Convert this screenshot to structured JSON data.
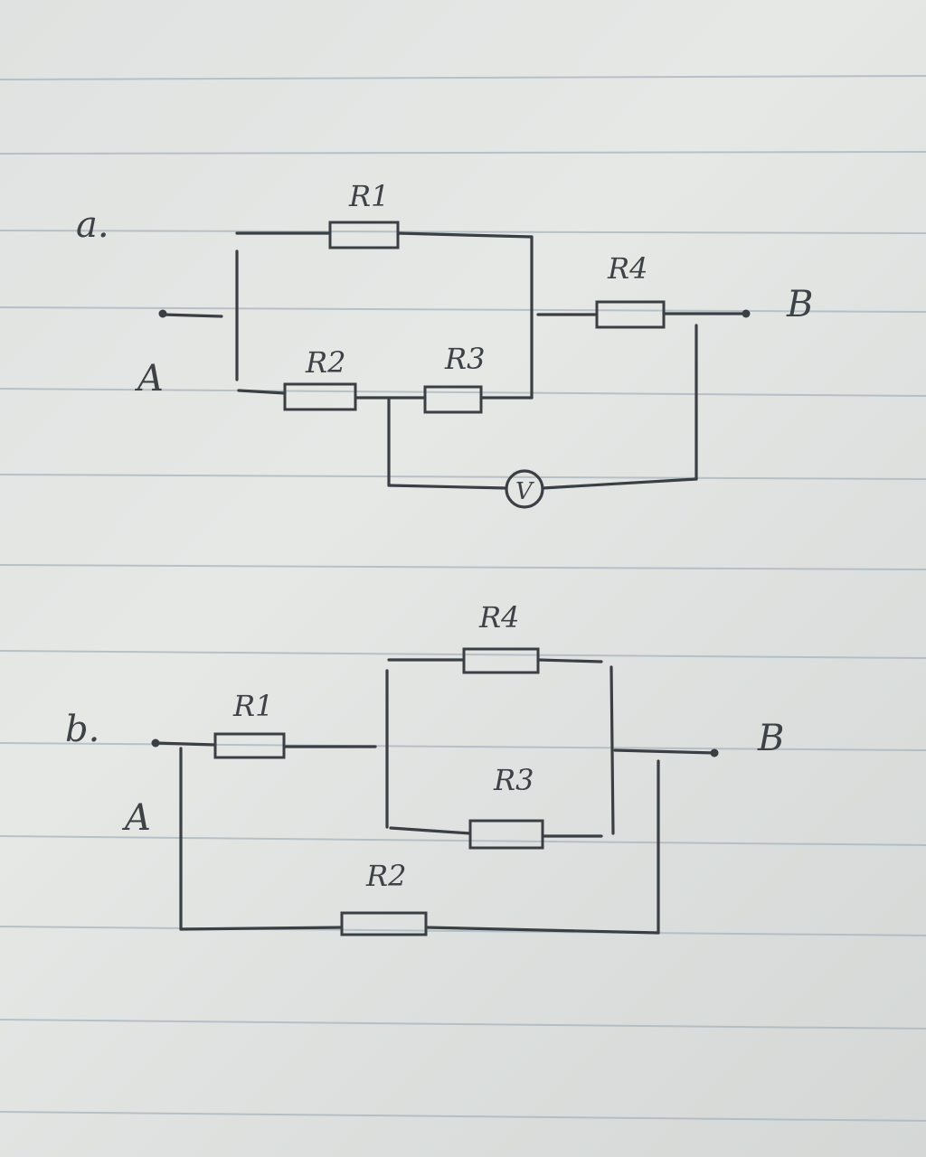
{
  "part_a": {
    "label": "a.",
    "terminal_left": "A",
    "terminal_right": "B",
    "resistors": [
      "R1",
      "R2",
      "R3",
      "R4"
    ],
    "meter": "V"
  },
  "part_b": {
    "label": "b.",
    "terminal_left": "A",
    "terminal_right": "B",
    "resistors": [
      "R1",
      "R4",
      "R3",
      "R2"
    ]
  },
  "colors": {
    "ink": "#3a3f44",
    "paper": "#e2e5e3",
    "rule": "#a9b4bd"
  }
}
